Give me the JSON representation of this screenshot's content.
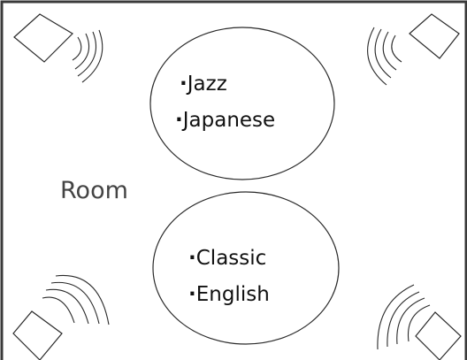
{
  "room": {
    "label": "Room"
  },
  "zone_top": {
    "items": [
      "Jazz",
      "Japanese"
    ]
  },
  "zone_bottom": {
    "items": [
      "Classic",
      "English"
    ]
  },
  "bullet": "·",
  "colors": {
    "stroke": "#2a2a2a",
    "frame": "#3a3a3a",
    "text": "#111111",
    "room_text": "#444444",
    "background": "#ffffff"
  },
  "icons": {
    "speaker": "speaker-icon",
    "sound_waves": "sound-waves-icon"
  }
}
